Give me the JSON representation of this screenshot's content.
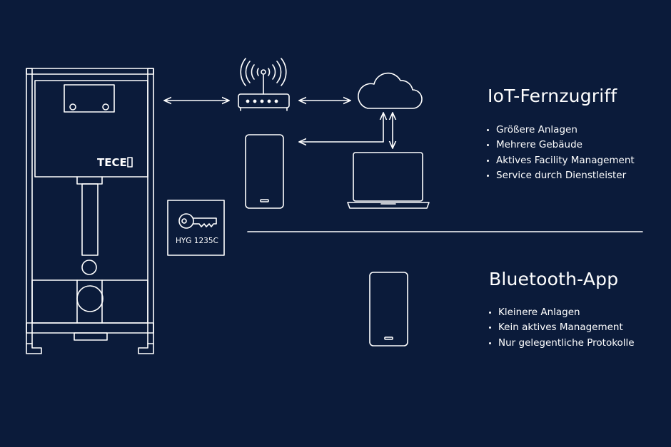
{
  "colors": {
    "background": "#0b1b3a",
    "line": "#ffffff"
  },
  "frame": {
    "brand": "TECE",
    "key_label": "HYG 1235C"
  },
  "iot": {
    "title": "IoT-Fernzugriff",
    "items": [
      "Größere Anlagen",
      "Mehrere Gebäude",
      "Aktives Facility Management",
      "Service durch Dienstleister"
    ]
  },
  "bluetooth": {
    "title": "Bluetooth-App",
    "items": [
      "Kleinere Anlagen",
      "Kein aktives Management",
      "Nur gelegentliche Protokolle"
    ]
  },
  "icons": [
    "toilet-frame-icon",
    "key-card-icon",
    "router-icon",
    "cloud-icon",
    "smartphone-icon",
    "laptop-icon"
  ]
}
